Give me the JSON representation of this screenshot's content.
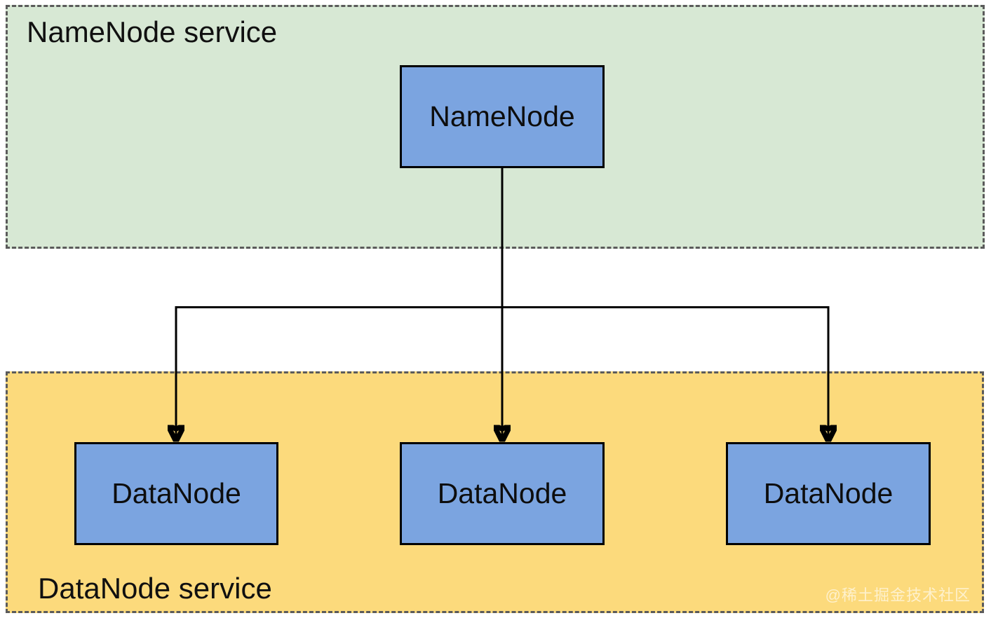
{
  "diagram": {
    "zones": {
      "namenode_service": {
        "label": "NameNode service",
        "fill": "#d7e8d4"
      },
      "datanode_service": {
        "label": "DataNode service",
        "fill": "#fcda7c"
      }
    },
    "nodes": {
      "namenode": {
        "label": "NameNode"
      },
      "datanodes": [
        {
          "label": "DataNode"
        },
        {
          "label": "DataNode"
        },
        {
          "label": "DataNode"
        }
      ]
    },
    "colors": {
      "node_fill": "#7ba4e0",
      "node_border": "#000000",
      "zone_border_dash": "#5b5b5b",
      "connector_line": "#000000",
      "canvas_background": "#ffffff"
    },
    "watermark": {
      "text": "@稀土掘金技术社区"
    }
  }
}
